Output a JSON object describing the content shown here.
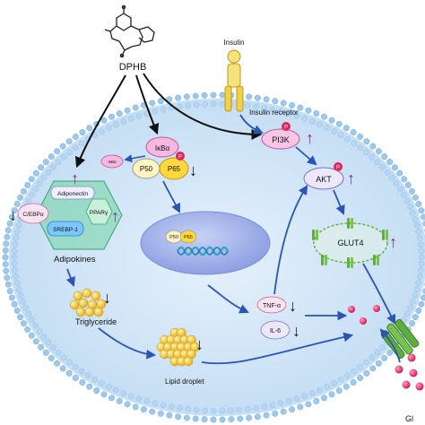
{
  "labels": {
    "compound": "DPHB",
    "insulin": "Insulin",
    "insulin_receptor": "Insulin receptor",
    "pi3k": "PI3K",
    "akt": "AKT",
    "glut4": "GLUT4",
    "ikba_free": "IκBα",
    "ikba": "IκBα",
    "p50": "P50",
    "p65": "P65",
    "nuc_p50": "P50",
    "nuc_p65": "P65",
    "adiponectin": "Adiponectin",
    "ppar": "PPARγ",
    "cebp": "C/EBPα",
    "srebp": "SREBP-1",
    "adipokines": "Adipokines",
    "triglyceride": "Triglyceride",
    "lipid_droplet": "Lipid droplet",
    "tnf": "TNF-α",
    "il6": "IL-6",
    "glucose_partial": "Gl",
    "phospho": "P"
  },
  "regulation": {
    "p65": "↓",
    "pi3k": "↑",
    "akt": "↑",
    "glut4": "↑",
    "adipokines_left": "↓",
    "adipokines_top": "↑",
    "adipokines_right": "↑",
    "triglyceride": "↓",
    "lipid_droplet": "↓",
    "tnf": "↓",
    "il6": "↓"
  },
  "colors": {
    "cell_fill": "#cfe4f6",
    "membrane_head": "#9ec9ee",
    "nucleus_fill": "#a9b8ec",
    "arrow_blue": "#2a55b4",
    "arrow_black": "#111111",
    "up_purple": "#7a2b9a",
    "phospho": "#e0245e",
    "p65_fill": "#ffd83b",
    "p50_fill": "#fff4c2",
    "ikba_fill": "#f6b8e0",
    "pi3k_fill": "#f7c6e6",
    "akt_fill": "#ece7fb",
    "adipokine_green": "#6fd3a2",
    "lipid_yellow": "#f5c72b",
    "glut4_green": "#5fae3d",
    "dot_pink": "#e8336d",
    "dna_teal": "#2aa5c8"
  }
}
